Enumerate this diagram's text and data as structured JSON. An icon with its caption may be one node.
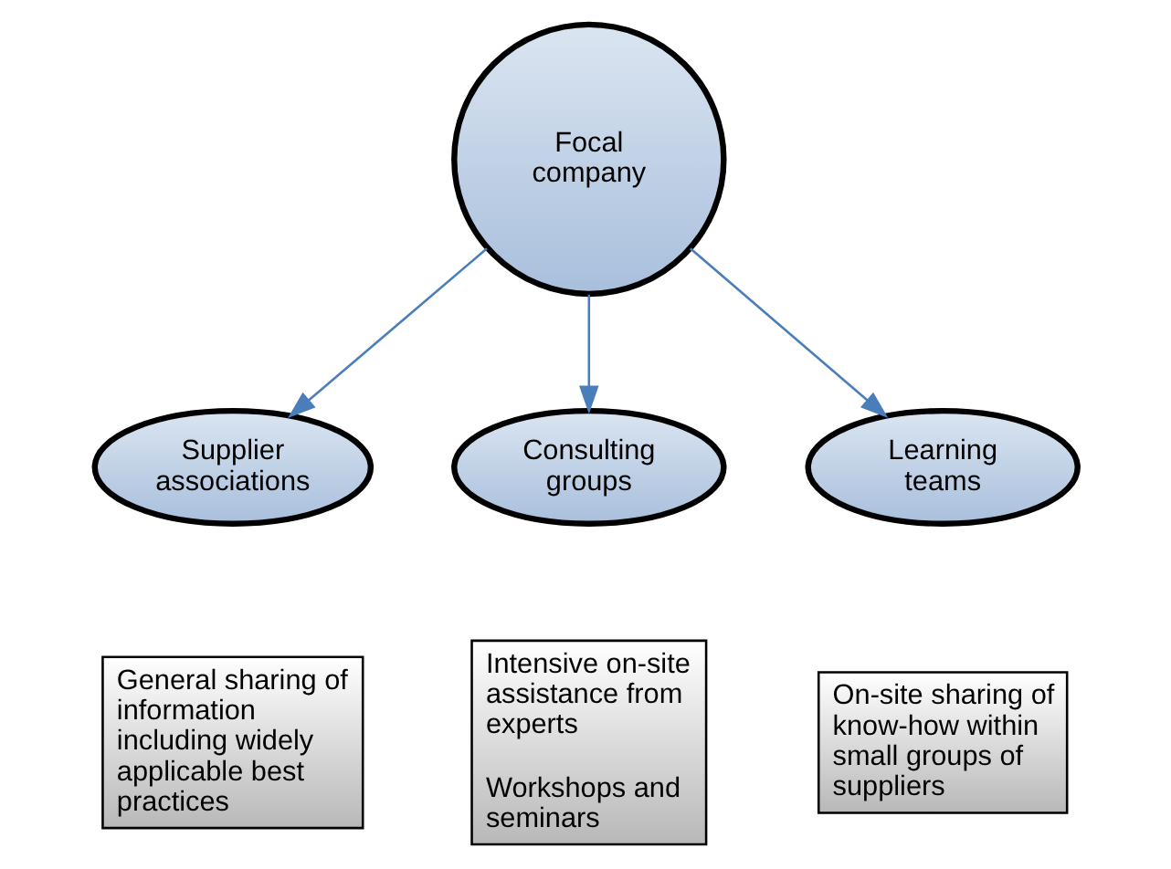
{
  "diagram": {
    "nodes": [
      {
        "text": [
          "Focal company"
        ]
      },
      {
        "text": [
          "Supplier associations"
        ]
      },
      {
        "text": [
          "Consulting groups"
        ]
      },
      {
        "text": [
          "Learning teams"
        ]
      },
      {
        "text": [
          "General sharing of information including widely applicable best practices"
        ]
      },
      {
        "text": [
          "Intensive on-site assistance from experts",
          "Workshops and seminars"
        ]
      },
      {
        "text": [
          "On-site sharing of know-how within small groups of suppliers"
        ]
      }
    ],
    "edges": [
      {
        "from": 0,
        "to": 1,
        "arrow": "to",
        "color": "#4a7ebb"
      },
      {
        "from": 0,
        "to": 2,
        "arrow": "to",
        "color": "#4a7ebb"
      },
      {
        "from": 0,
        "to": 3,
        "arrow": "to",
        "color": "#4a7ebb"
      }
    ]
  }
}
